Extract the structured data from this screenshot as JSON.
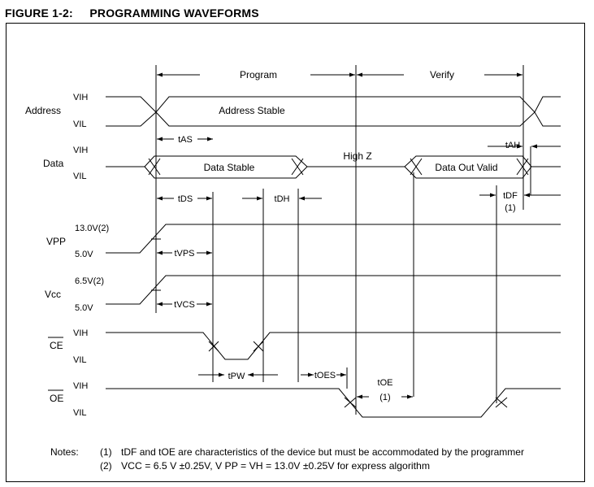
{
  "figure": {
    "number": "FIGURE 1-2:",
    "title": "PROGRAMMING WAVEFORMS"
  },
  "phases": {
    "program": "Program",
    "verify": "Verify"
  },
  "signals": {
    "address": {
      "name": "Address",
      "high": "VIH",
      "low": "VIL",
      "stable": "Address Stable"
    },
    "data": {
      "name": "Data",
      "high": "VIH",
      "low": "VIL",
      "stable": "Data Stable",
      "highz": "High Z",
      "valid": "Data Out Valid"
    },
    "vpp": {
      "name": "VPP",
      "high": "13.0V(2)",
      "low": "5.0V"
    },
    "vcc": {
      "name": "Vcc",
      "high": "6.5V(2)",
      "low": "5.0V"
    },
    "ce": {
      "name": "CE",
      "high": "VIH",
      "low": "VIL"
    },
    "oe": {
      "name": "OE",
      "high": "VIH",
      "low": "VIL"
    }
  },
  "timings": {
    "tas": "tAS",
    "tah": "tAH",
    "tds": "tDS",
    "tdh": "tDH",
    "tdf": "tDF",
    "tdf_note": "(1)",
    "tvps": "tVPS",
    "tvcs": "tVCS",
    "tpw": "tPW",
    "toes": "tOES",
    "toe": "tOE",
    "toe_note": "(1)"
  },
  "notes": {
    "label": "Notes:",
    "n1_num": "(1)",
    "n1_text": "tDF and tOE are characteristics of the device but must be accommodated by the programmer",
    "n2_num": "(2)",
    "n2_text": "VCC = 6.5 V ±0.25V, V PP = VH = 13.0V ±0.25V for express algorithm"
  },
  "colors": {
    "line": "#000000",
    "background": "#ffffff"
  }
}
